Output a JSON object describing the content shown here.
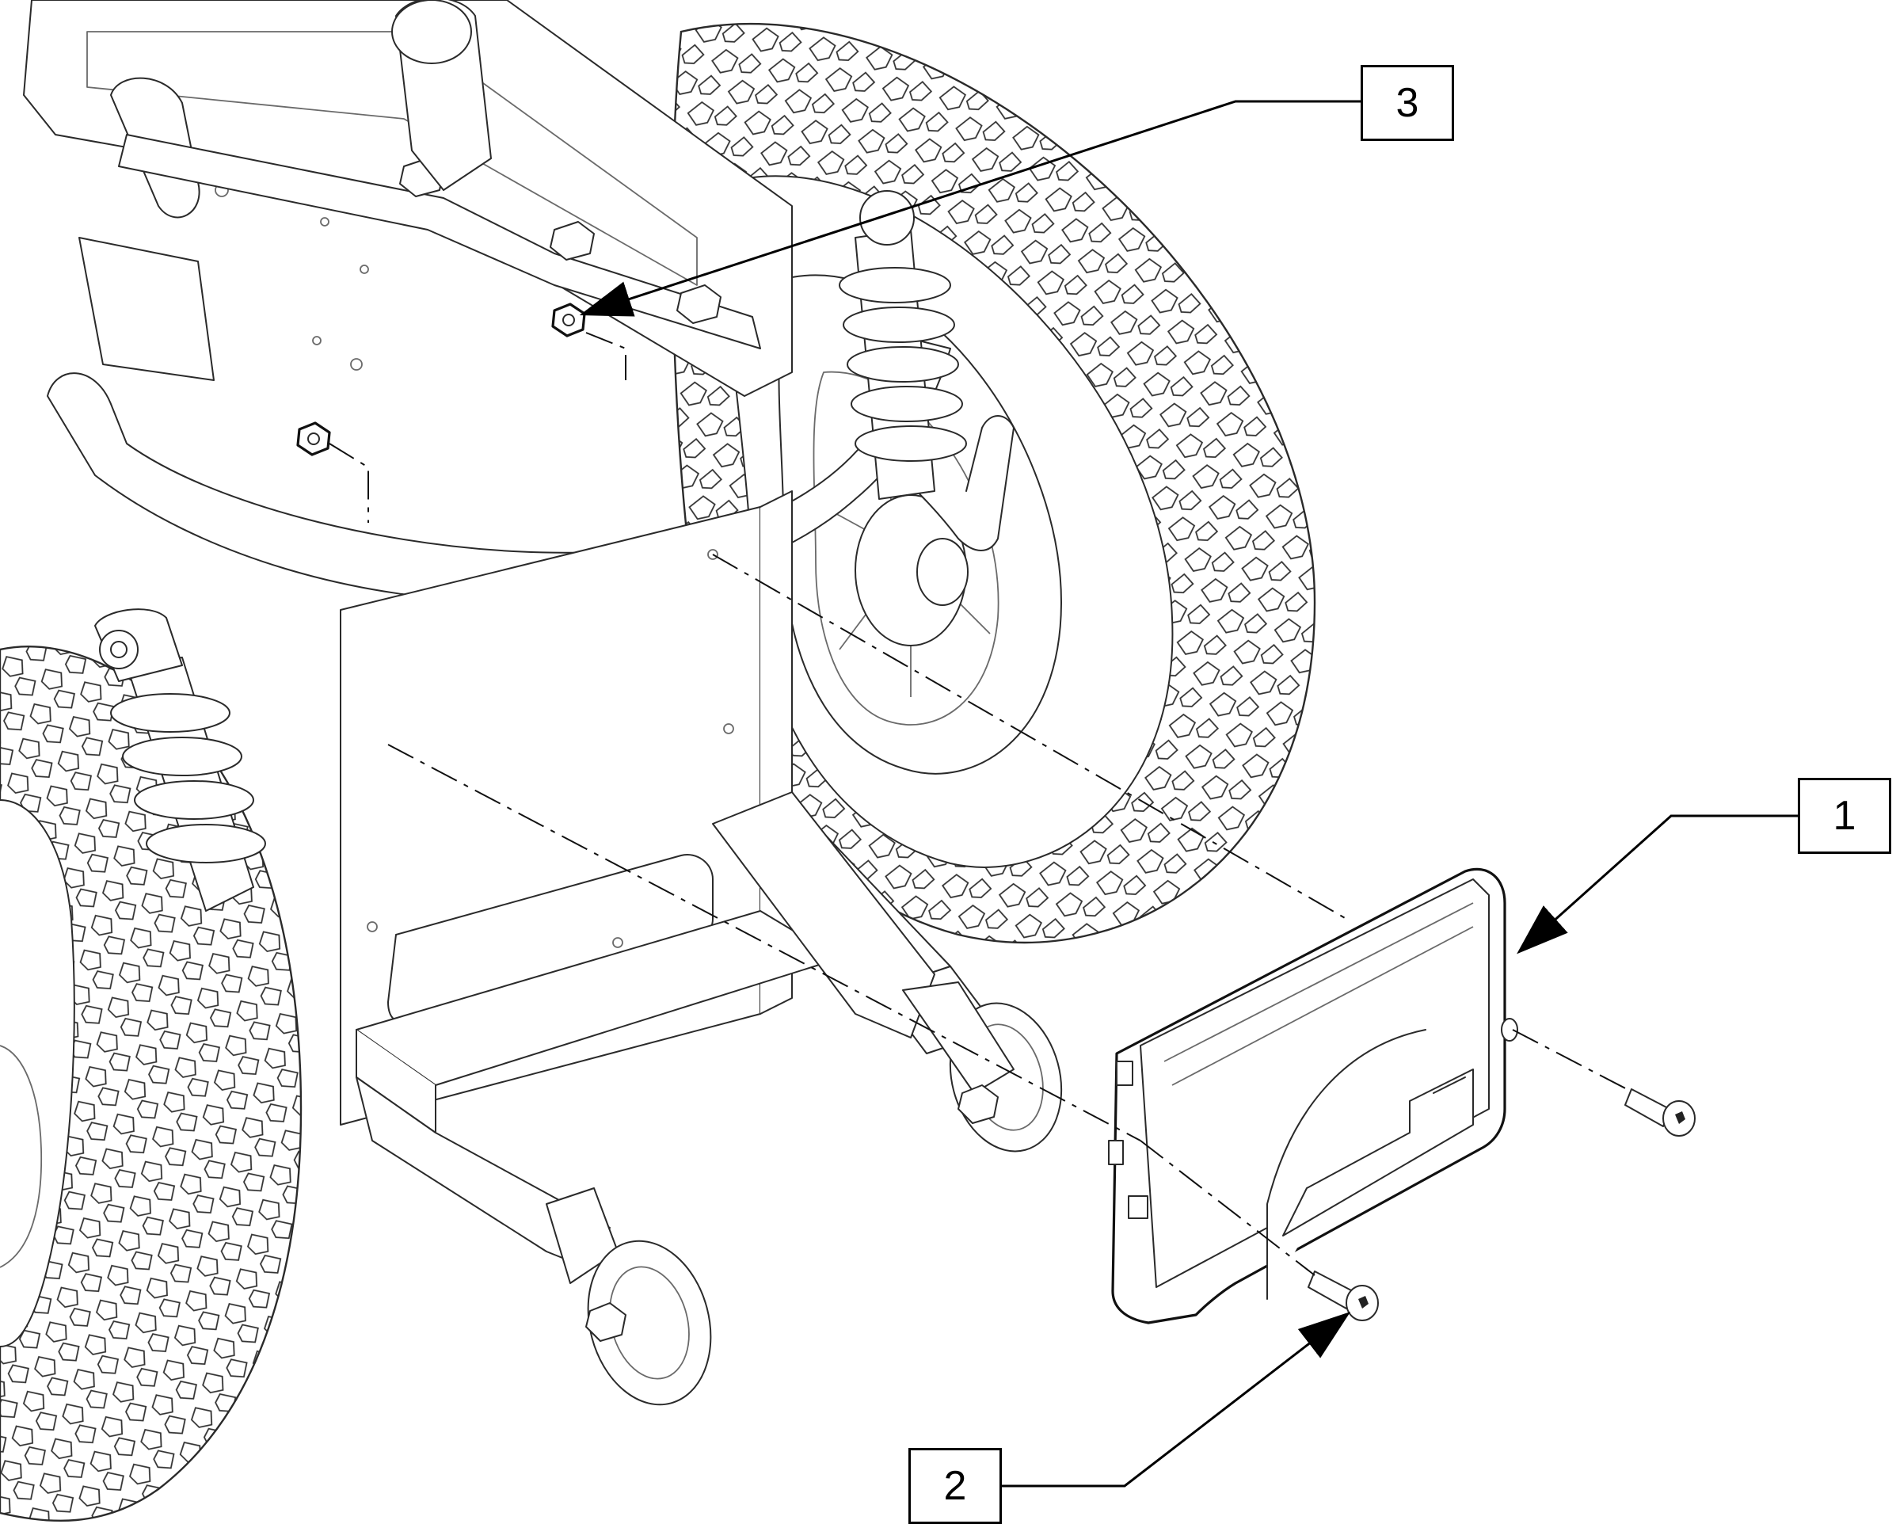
{
  "diagram": {
    "callouts": [
      {
        "id": "1",
        "label": "1"
      },
      {
        "id": "2",
        "label": "2"
      },
      {
        "id": "3",
        "label": "3"
      }
    ]
  },
  "colors": {
    "line": "#2a2a2a",
    "light_line": "#6a6a6a",
    "background": "#ffffff"
  }
}
